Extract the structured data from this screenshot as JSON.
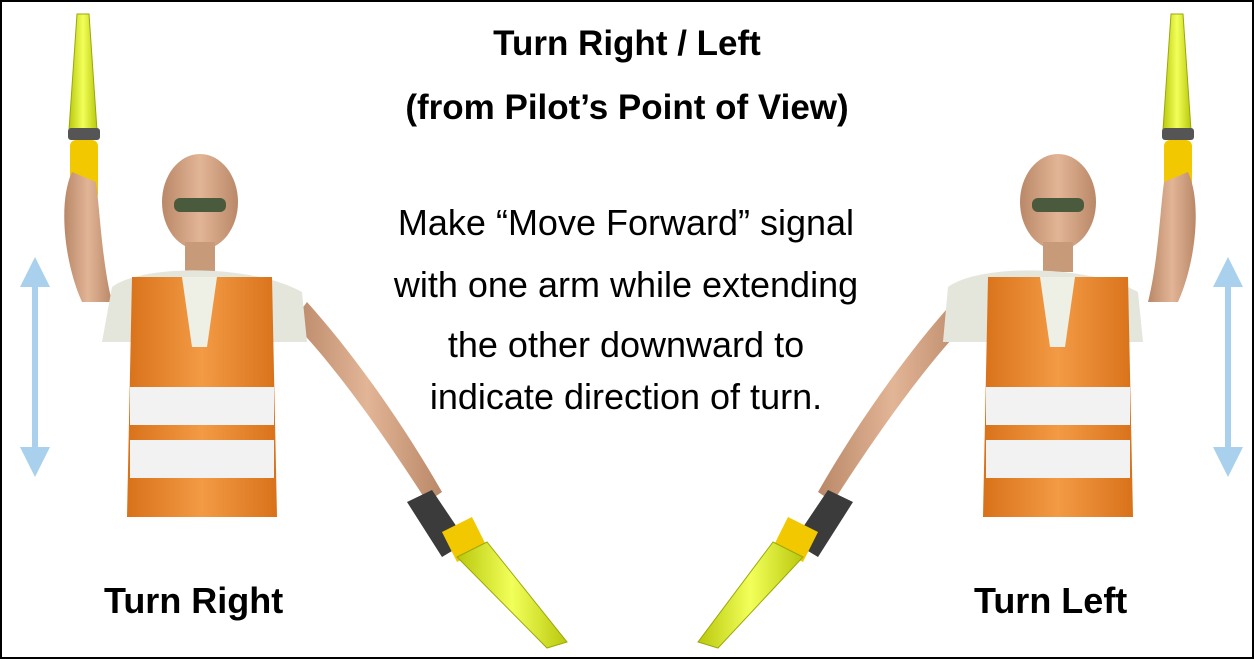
{
  "title": {
    "line1": "Turn Right / Left",
    "line2": "(from Pilot’s Point of View)"
  },
  "description": [
    "Make “Move Forward” signal",
    "with one arm while extending",
    "the other downward to",
    "indicate direction of turn."
  ],
  "figures": [
    {
      "caption": "Turn Right"
    },
    {
      "caption": "Turn Left"
    }
  ],
  "colors": {
    "wand": "#e4f21f",
    "wand_band": "#f2c900",
    "vest": "#ee8a30",
    "reflective": "#f2f2f2",
    "arrow": "#a9d0ec"
  }
}
